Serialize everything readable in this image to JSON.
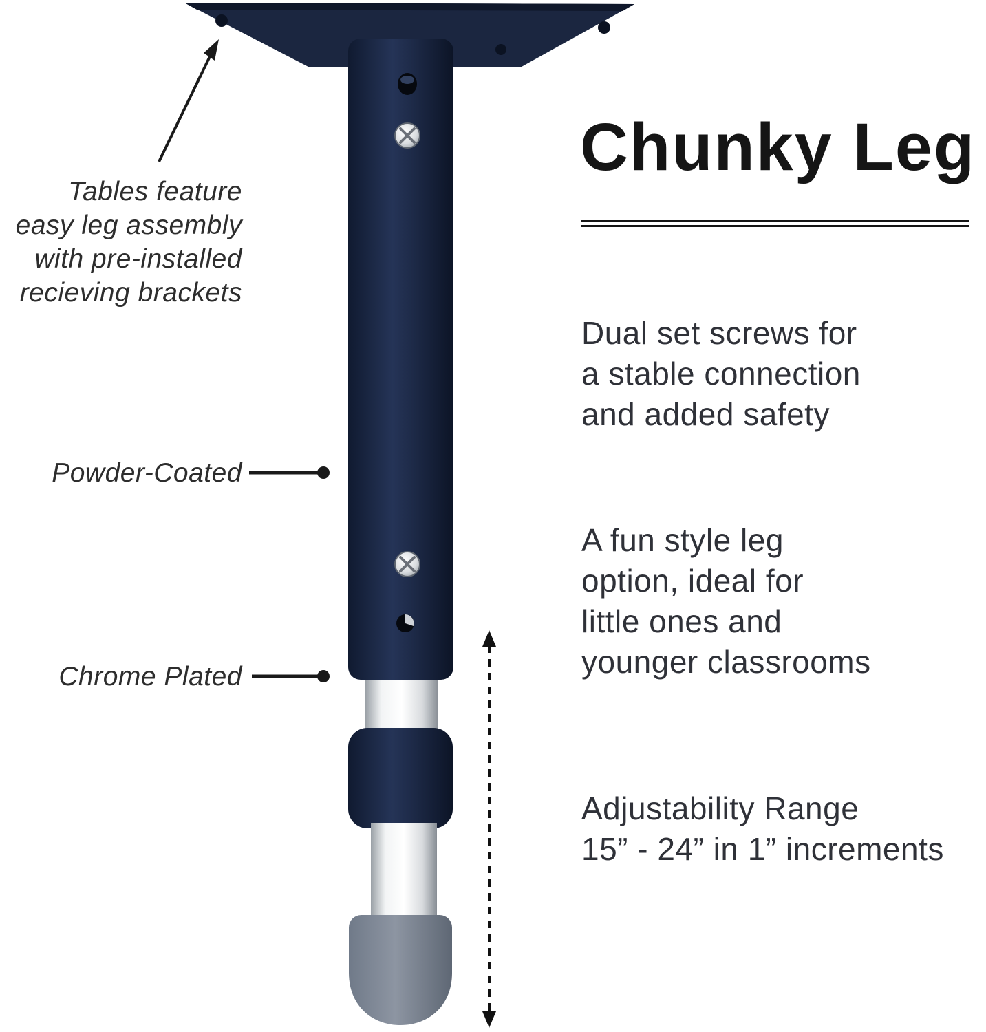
{
  "title": "Chunky Leg",
  "annotations": {
    "assembly_note": {
      "lines": [
        "Tables feature",
        "easy leg assembly",
        "with pre-installed",
        "recieving brackets"
      ]
    },
    "powder_coated": {
      "label": "Powder-Coated"
    },
    "chrome_plated": {
      "label": "Chrome Plated"
    }
  },
  "features": {
    "dual_screws": {
      "lines": [
        "Dual set screws for",
        "a stable connection",
        "and added safety"
      ]
    },
    "fun_style": {
      "lines": [
        "A fun style leg",
        "option, ideal for",
        "little ones and",
        "younger classrooms"
      ]
    },
    "adjustability": {
      "lines": [
        "Adjustability Range",
        "15” - 24” in 1” increments"
      ]
    }
  },
  "colors": {
    "navy": "#1c2742",
    "chrome": "#e9ebee",
    "foot_gray": "#7b8492",
    "text": "#2f3138",
    "line_black": "#1a1a1a",
    "background": "#ffffff"
  }
}
